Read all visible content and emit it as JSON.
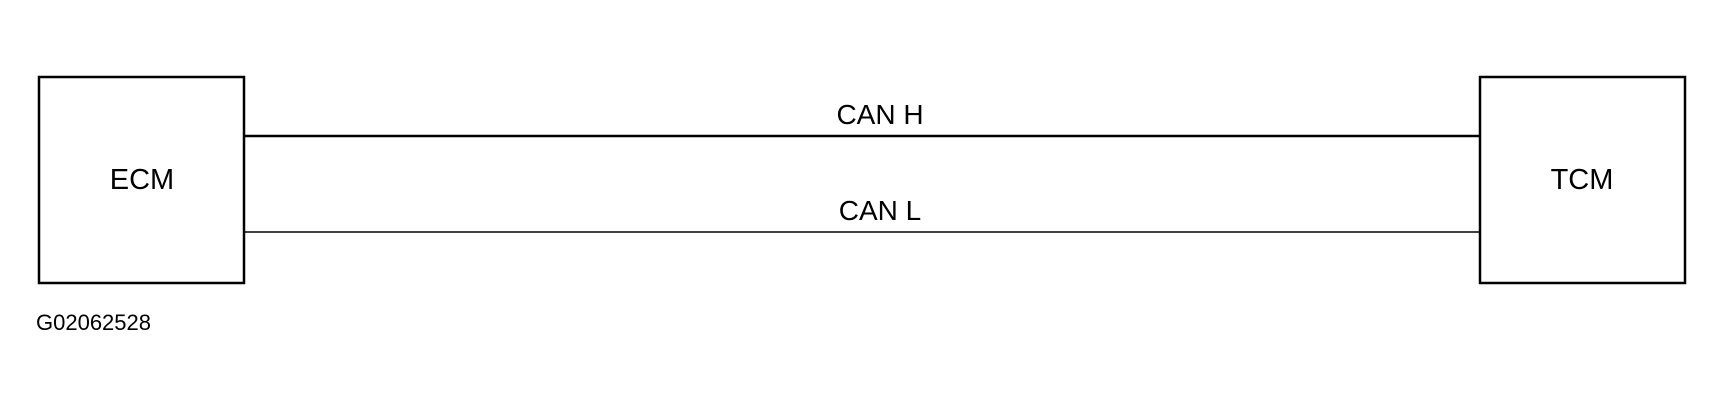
{
  "modules": {
    "left": {
      "label": "ECM"
    },
    "right": {
      "label": "TCM"
    }
  },
  "wires": {
    "can_high": {
      "label": "CAN H"
    },
    "can_low": {
      "label": "CAN L"
    }
  },
  "figure_id": "G02062528",
  "colors": {
    "line": "#000000",
    "background": "#ffffff"
  }
}
